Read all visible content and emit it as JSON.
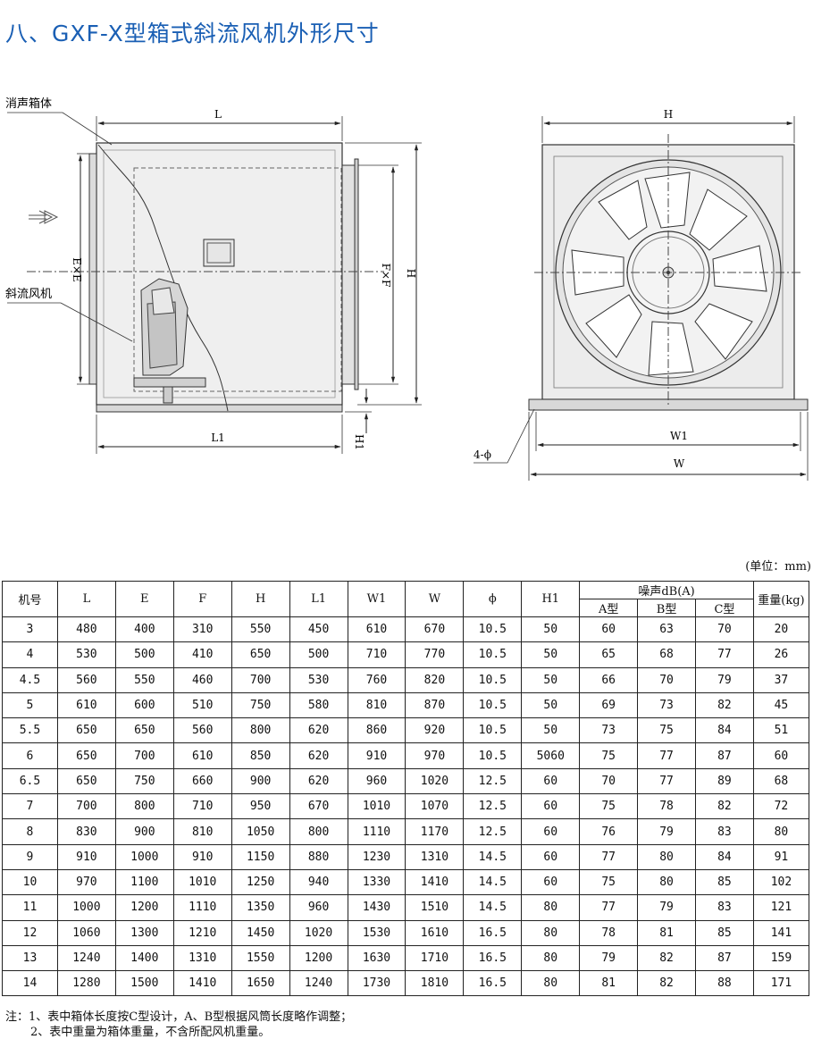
{
  "page": {
    "title": "八、GXF-X型箱式斜流风机外形尺寸"
  },
  "drawing": {
    "side": {
      "label_silencer": "消声箱体",
      "label_fan": "斜流风机",
      "dim_L": "L",
      "dim_L1": "L1",
      "dim_E": "E×E",
      "dim_F": "F×F",
      "dim_H": "H",
      "dim_H1": "H1"
    },
    "front": {
      "dim_H": "H",
      "dim_W1": "W1",
      "dim_W": "W",
      "dim_holes": "4-ϕ"
    }
  },
  "unit_note": "(单位：mm)",
  "table": {
    "headers": [
      "机号",
      "L",
      "E",
      "F",
      "H",
      "L1",
      "W1",
      "W",
      "ϕ",
      "H1"
    ],
    "noise_header": "噪声dB(A)",
    "noise_sub": [
      "A型",
      "B型",
      "C型"
    ],
    "weight_header": "重量(kg)",
    "rows": [
      [
        "3",
        "480",
        "400",
        "310",
        "550",
        "450",
        "610",
        "670",
        "10.5",
        "50",
        "60",
        "63",
        "70",
        "20"
      ],
      [
        "4",
        "530",
        "500",
        "410",
        "650",
        "500",
        "710",
        "770",
        "10.5",
        "50",
        "65",
        "68",
        "77",
        "26"
      ],
      [
        "4.5",
        "560",
        "550",
        "460",
        "700",
        "530",
        "760",
        "820",
        "10.5",
        "50",
        "66",
        "70",
        "79",
        "37"
      ],
      [
        "5",
        "610",
        "600",
        "510",
        "750",
        "580",
        "810",
        "870",
        "10.5",
        "50",
        "69",
        "73",
        "82",
        "45"
      ],
      [
        "5.5",
        "650",
        "650",
        "560",
        "800",
        "620",
        "860",
        "920",
        "10.5",
        "50",
        "73",
        "75",
        "84",
        "51"
      ],
      [
        "6",
        "650",
        "700",
        "610",
        "850",
        "620",
        "910",
        "970",
        "10.5",
        "5060",
        "75",
        "77",
        "87",
        "60"
      ],
      [
        "6.5",
        "650",
        "750",
        "660",
        "900",
        "620",
        "960",
        "1020",
        "12.5",
        "60",
        "70",
        "77",
        "89",
        "68"
      ],
      [
        "7",
        "700",
        "800",
        "710",
        "950",
        "670",
        "1010",
        "1070",
        "12.5",
        "60",
        "75",
        "78",
        "82",
        "72"
      ],
      [
        "8",
        "830",
        "900",
        "810",
        "1050",
        "800",
        "1110",
        "1170",
        "12.5",
        "60",
        "76",
        "79",
        "83",
        "80"
      ],
      [
        "9",
        "910",
        "1000",
        "910",
        "1150",
        "880",
        "1230",
        "1310",
        "14.5",
        "60",
        "77",
        "80",
        "84",
        "91"
      ],
      [
        "10",
        "970",
        "1100",
        "1010",
        "1250",
        "940",
        "1330",
        "1410",
        "14.5",
        "60",
        "75",
        "80",
        "85",
        "102"
      ],
      [
        "11",
        "1000",
        "1200",
        "1110",
        "1350",
        "960",
        "1430",
        "1510",
        "14.5",
        "80",
        "77",
        "79",
        "83",
        "121"
      ],
      [
        "12",
        "1060",
        "1300",
        "1210",
        "1450",
        "1020",
        "1530",
        "1610",
        "16.5",
        "80",
        "78",
        "81",
        "85",
        "141"
      ],
      [
        "13",
        "1240",
        "1400",
        "1310",
        "1550",
        "1200",
        "1630",
        "1710",
        "16.5",
        "80",
        "79",
        "82",
        "87",
        "159"
      ],
      [
        "14",
        "1280",
        "1500",
        "1410",
        "1650",
        "1240",
        "1730",
        "1810",
        "16.5",
        "80",
        "81",
        "82",
        "88",
        "171"
      ]
    ]
  },
  "notes": [
    "注：1、表中箱体长度按C型设计，A、B型根据风筒长度略作调整；",
    "2、表中重量为箱体重量，不含所配风机重量。"
  ]
}
